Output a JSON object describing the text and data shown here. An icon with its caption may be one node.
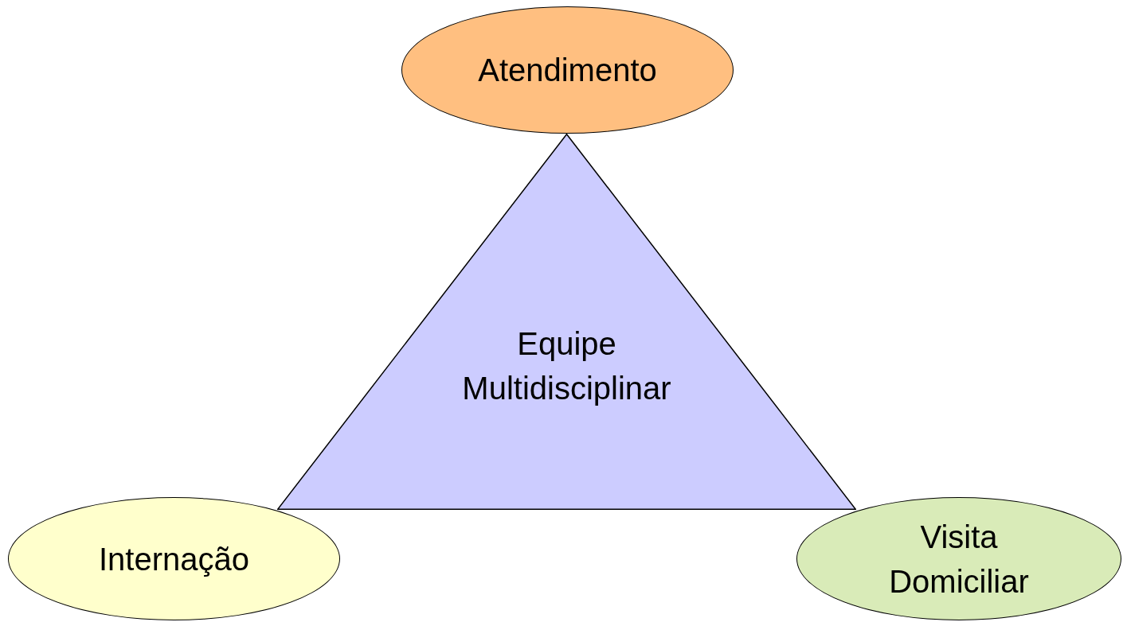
{
  "diagram": {
    "nodes": [
      {
        "text": [
          "Atendimento"
        ]
      },
      {
        "text": [
          "Equipe Multidisciplinar"
        ]
      },
      {
        "text": [
          "Internação"
        ]
      },
      {
        "text": [
          "Visita Domiciliar"
        ]
      }
    ]
  }
}
